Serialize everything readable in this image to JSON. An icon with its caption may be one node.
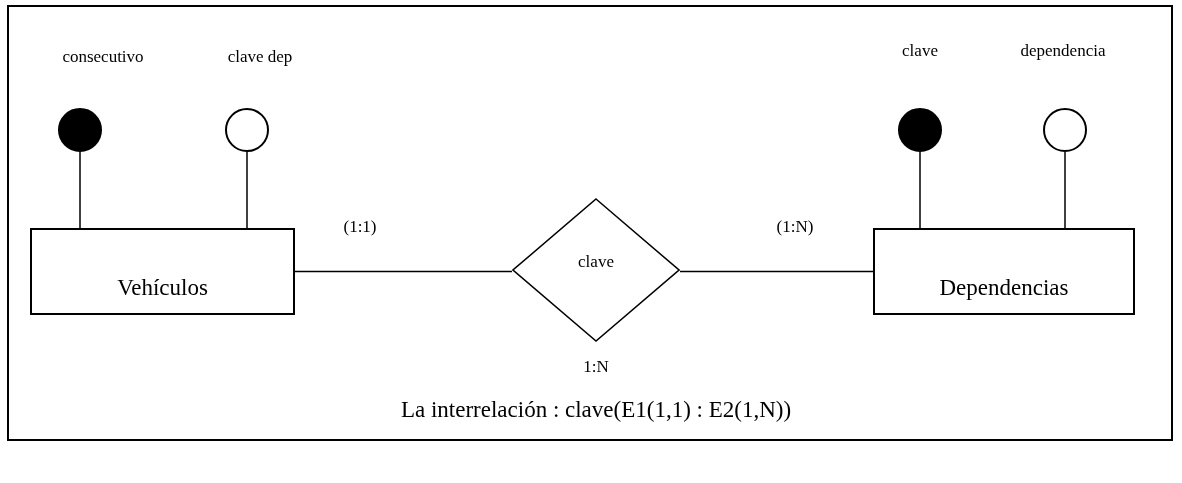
{
  "diagram": {
    "nodes": [
      {
        "text": [],
        "shape": "dot",
        "beside": [
          "consecutivo"
        ]
      },
      {
        "text": [],
        "shape": "circle",
        "beside": [
          "clave dep"
        ]
      },
      {
        "text": [
          "Vehículos"
        ]
      },
      {
        "text": [
          "clave"
        ],
        "beside": [
          "1:N"
        ]
      },
      {
        "text": [
          "Dependencias"
        ]
      },
      {
        "text": [],
        "shape": "dot",
        "beside": [
          "clave"
        ]
      },
      {
        "text": [],
        "shape": "circle",
        "beside": [
          "dependencia"
        ]
      }
    ],
    "edges": [
      {
        "from": 0,
        "to": 2,
        "arrow": "none"
      },
      {
        "from": 1,
        "to": 2,
        "arrow": "none"
      },
      {
        "from": 2,
        "to": 3,
        "arrow": "none",
        "label": "(1:1)"
      },
      {
        "from": 3,
        "to": 4,
        "arrow": "none",
        "label": "(1:N)"
      },
      {
        "from": 5,
        "to": 4,
        "arrow": "none"
      },
      {
        "from": 6,
        "to": 4,
        "arrow": "none"
      }
    ],
    "labels": [
      "La interrelación : clave(E1(1,1) : E2(1,N))"
    ]
  }
}
